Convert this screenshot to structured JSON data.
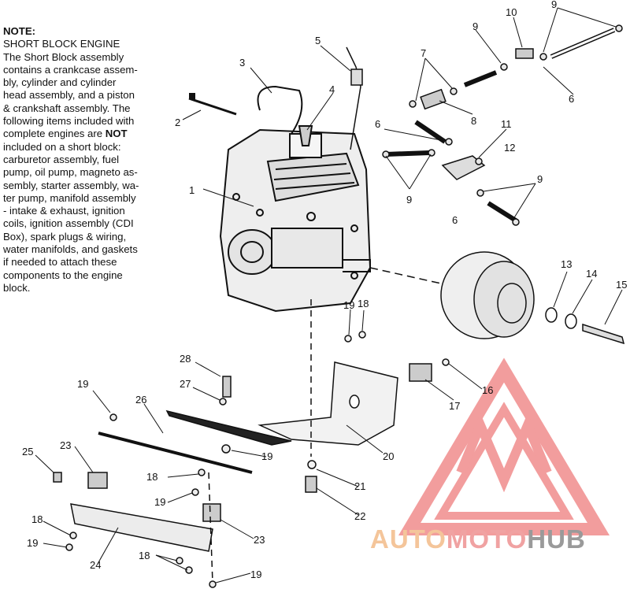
{
  "note": {
    "title": "NOTE:",
    "subtitle": "SHORT BLOCK ENGINE",
    "body_lines": [
      "The Short Block assembly",
      "contains a crankcase assem-",
      "bly, cylinder and cylinder",
      "head assembly, and a piston",
      "& crankshaft assembly.  The",
      "following items included with",
      "complete engines are "
    ],
    "bold_word": "NOT",
    "body_lines_2": [
      "included on a short block:",
      "carburetor assembly, fuel",
      "pump, oil pump, magneto as-",
      "sembly, starter assembly, wa-",
      "ter pump, manifold assembly",
      "- intake & exhaust, ignition",
      "coils, ignition assembly (CDI",
      "Box), spark plugs & wiring,",
      "water manifolds, and gaskets",
      "if needed to attach these",
      "components to the engine",
      "block."
    ]
  },
  "callouts": [
    "1",
    "2",
    "3",
    "4",
    "5",
    "6",
    "6",
    "6",
    "7",
    "8",
    "9",
    "9",
    "9",
    "9",
    "10",
    "11",
    "12",
    "13",
    "14",
    "15",
    "16",
    "17",
    "18",
    "18",
    "18",
    "18",
    "19",
    "19",
    "19",
    "19",
    "19",
    "19",
    "20",
    "21",
    "22",
    "23",
    "23",
    "24",
    "25",
    "26",
    "27",
    "28"
  ],
  "watermark": {
    "part1": "AUTO",
    "part2": "MOTO",
    "part3": "HUB",
    "color1": "#f4c59a",
    "color2": "#f0a2a2",
    "color3": "#9a9a9a",
    "triangle_color": "#f08c8c"
  }
}
